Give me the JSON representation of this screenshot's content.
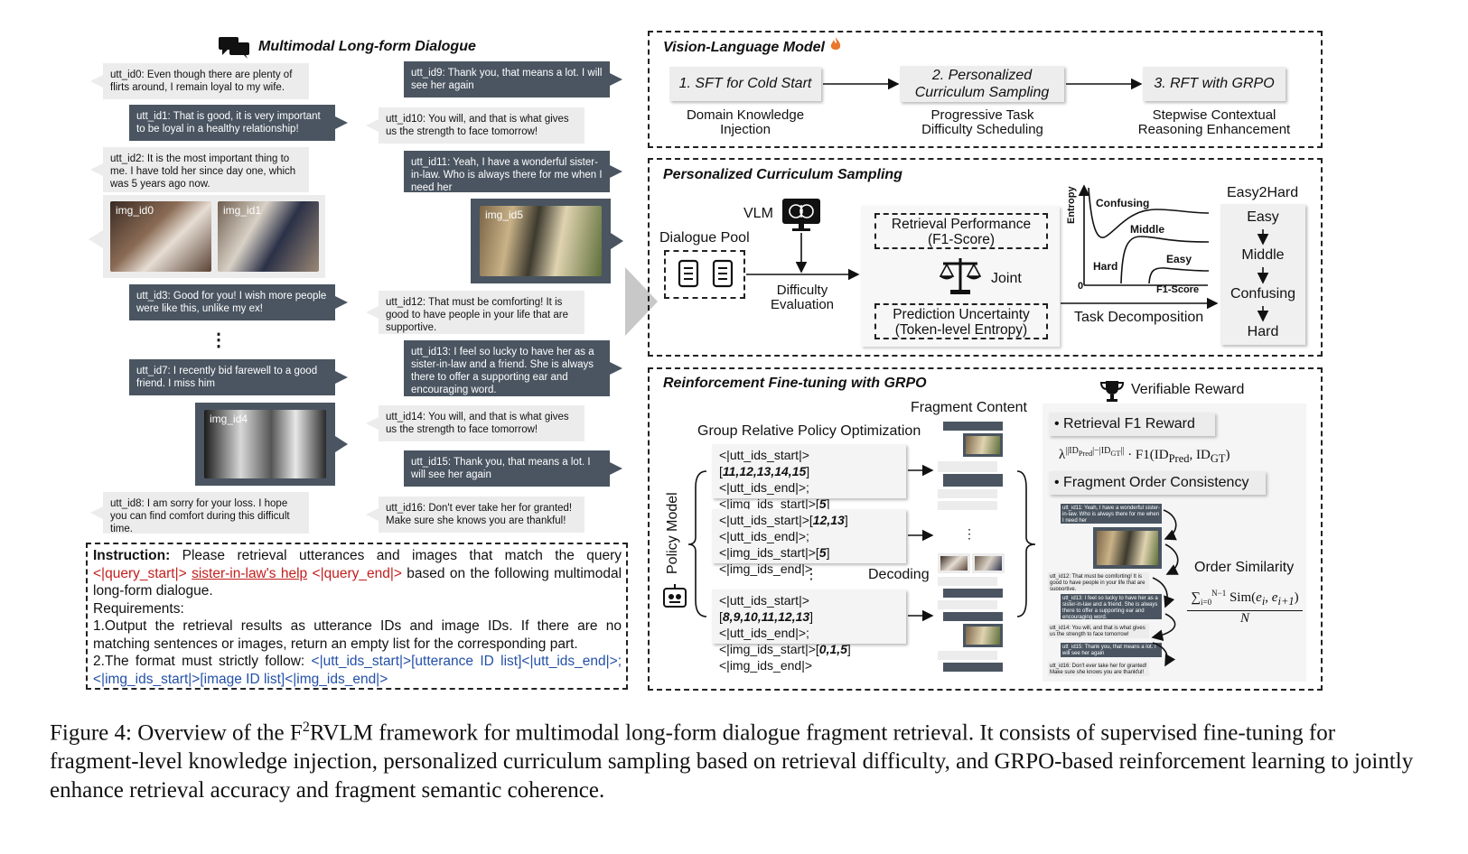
{
  "dialogue": {
    "title": "Multimodal Long-form Dialogue",
    "left_bubbles": [
      {
        "id": "utt0",
        "text": "utt_id0: Even though there are plenty of flirts around, I remain loyal to my wife.",
        "style": "light"
      },
      {
        "id": "utt1",
        "text": "utt_id1: That is good, it is very important to be loyal in a healthy relationship!",
        "style": "dark"
      },
      {
        "id": "utt2",
        "text": "utt_id2: It is the most important thing to me. I have told her since day one, which was 5 years ago now.",
        "style": "light"
      },
      {
        "id": "utt3",
        "text": "utt_id3: Good for you! I wish more people were like this, unlike my ex!",
        "style": "dark"
      },
      {
        "id": "utt7",
        "text": "utt_id7: I recently bid farewell to a good friend. I miss him",
        "style": "dark"
      },
      {
        "id": "utt8",
        "text": "utt_id8: I am sorry for your loss. I hope you can find comfort during this difficult time.",
        "style": "light"
      }
    ],
    "right_bubbles": [
      {
        "id": "utt9",
        "text": "utt_id9: Thank you, that means a lot. I will see her again",
        "style": "dark"
      },
      {
        "id": "utt10",
        "text": "utt_id10: You will, and that is what gives us the strength to face tomorrow!",
        "style": "light"
      },
      {
        "id": "utt11",
        "text": "utt_id11: Yeah, I have a wonderful sister-in-law. Who is always there for me when I need her",
        "style": "dark"
      },
      {
        "id": "utt12",
        "text": "utt_id12: That must be comforting! It is good to have people in your life that are supportive.",
        "style": "light"
      },
      {
        "id": "utt13",
        "text": "utt_id13: I feel so lucky to have her as a sister-in-law and a friend. She is always there to offer a supporting ear and encouraging word.",
        "style": "dark"
      },
      {
        "id": "utt14",
        "text": "utt_id14: You will, and that is what gives us the strength to face tomorrow!",
        "style": "light"
      },
      {
        "id": "utt15",
        "text": "utt_id15: Thank you, that means a lot. I will see her again",
        "style": "dark"
      },
      {
        "id": "utt16",
        "text": "utt_id16: Don't ever take her for granted! Make sure she knows you are thankful!",
        "style": "light"
      }
    ],
    "images": {
      "img0": "img_id0",
      "img1": "img_id1",
      "img4": "img_id4",
      "img5": "img_id5"
    },
    "ellipsis": "⋮"
  },
  "instruction": {
    "label": "Instruction:",
    "text1": " Please retrieval utterances and images that match the query ",
    "query_start": "<|query_start|>",
    "query": "sister-in-law's help",
    "query_end": "<|query_end|>",
    "text2": " based on the following multimodal long-form dialogue.",
    "requirements": "Requirements:",
    "req1": "1.Output the retrieval results as utterance IDs and image IDs. If there are no matching sentences or images, return an empty list for the corresponding part.",
    "req2_prefix": "2.The format must strictly follow: ",
    "req2_format": "<|utt_ids_start|>[utterance ID list]<|utt_ids_end|>;<|img_ids_start|>[image ID list]<|img_ids_end|>"
  },
  "vlm": {
    "title": "Vision-Language Model",
    "fire_icon": "fire-icon",
    "steps": [
      {
        "label": "1. SFT for Cold Start",
        "sub": "Domain Knowledge Injection"
      },
      {
        "label": "2. Personalized Curriculum Sampling",
        "sub": "Progressive Task Difficulty Scheduling"
      },
      {
        "label": "3. RFT with GRPO",
        "sub": "Stepwise Contextual Reasoning Enhancement"
      }
    ]
  },
  "pcs": {
    "title": "Personalized Curriculum Sampling",
    "vlm_label": "VLM",
    "dialogue_pool": "Dialogue Pool",
    "difficulty_eval": "Difficulty Evaluation",
    "retrieval_perf": "Retrieval Performance (F1-Score)",
    "joint": "Joint",
    "pred_uncert": "Prediction Uncertainty (Token-level Entropy)",
    "task_decomp": "Task Decomposition",
    "plot": {
      "ylabel": "Entropy",
      "xlabel": "F1-Score",
      "origin": "0",
      "regions": [
        "Confusing",
        "Middle",
        "Hard",
        "Easy"
      ]
    },
    "easy2hard": {
      "title": "Easy2Hard",
      "levels": [
        "Easy",
        "Middle",
        "Confusing",
        "Hard"
      ]
    }
  },
  "rft": {
    "title": "Reinforcement Fine-tuning with GRPO",
    "grpo": "Group Relative Policy Optimization",
    "fragment_content": "Fragment Content",
    "policy_model": "Policy Model",
    "decoding": "Decoding",
    "outputs": [
      {
        "pre": "<|utt_ids_start|>[",
        "ids": "11,12,13,14,15",
        "mid": "]<|utt_ids_end|>;<|img_ids_start|>[",
        "img": "5",
        "post": "]<|img_ids_end|>"
      },
      {
        "pre": "<|utt_ids_start|>[",
        "ids": "12,13",
        "mid": "]<|utt_ids_end|>;<|img_ids_start|>[",
        "img": "5",
        "post": "]<|img_ids_end|>"
      },
      {
        "pre": "<|utt_ids_start|>[",
        "ids": "8,9,10,11,12,13",
        "mid": "]<|utt_ids_end|>;<|img_ids_start|>[",
        "img": "0,1,5",
        "post": "]<|img_ids_end|>"
      }
    ],
    "verifiable_reward": "Verifiable Reward",
    "reward1": "• Retrieval F1 Reward",
    "reward1_formula": "λ^(||IDPred|−|IDGT||) · F1(IDPred, IDGT)",
    "reward2": "• Fragment Order Consistency",
    "order_similarity": "Order Similarity",
    "order_formula_num": "Σ_{i=0}^{N−1} Sim(e_i, e_{i+1})",
    "order_formula_den": "N",
    "ellipsis": "⋮"
  },
  "caption": {
    "lead": "Figure 4: Overview of the F",
    "sup": "2",
    "rest": "RVLM framework for multimodal long-form dialogue fragment retrieval. It consists of supervised fine-tuning for fragment-level knowledge injection, personalized curriculum sampling based on retrieval difficulty, and GRPO-based reinforcement learning to jointly enhance retrieval accuracy and fragment semantic coherence."
  }
}
